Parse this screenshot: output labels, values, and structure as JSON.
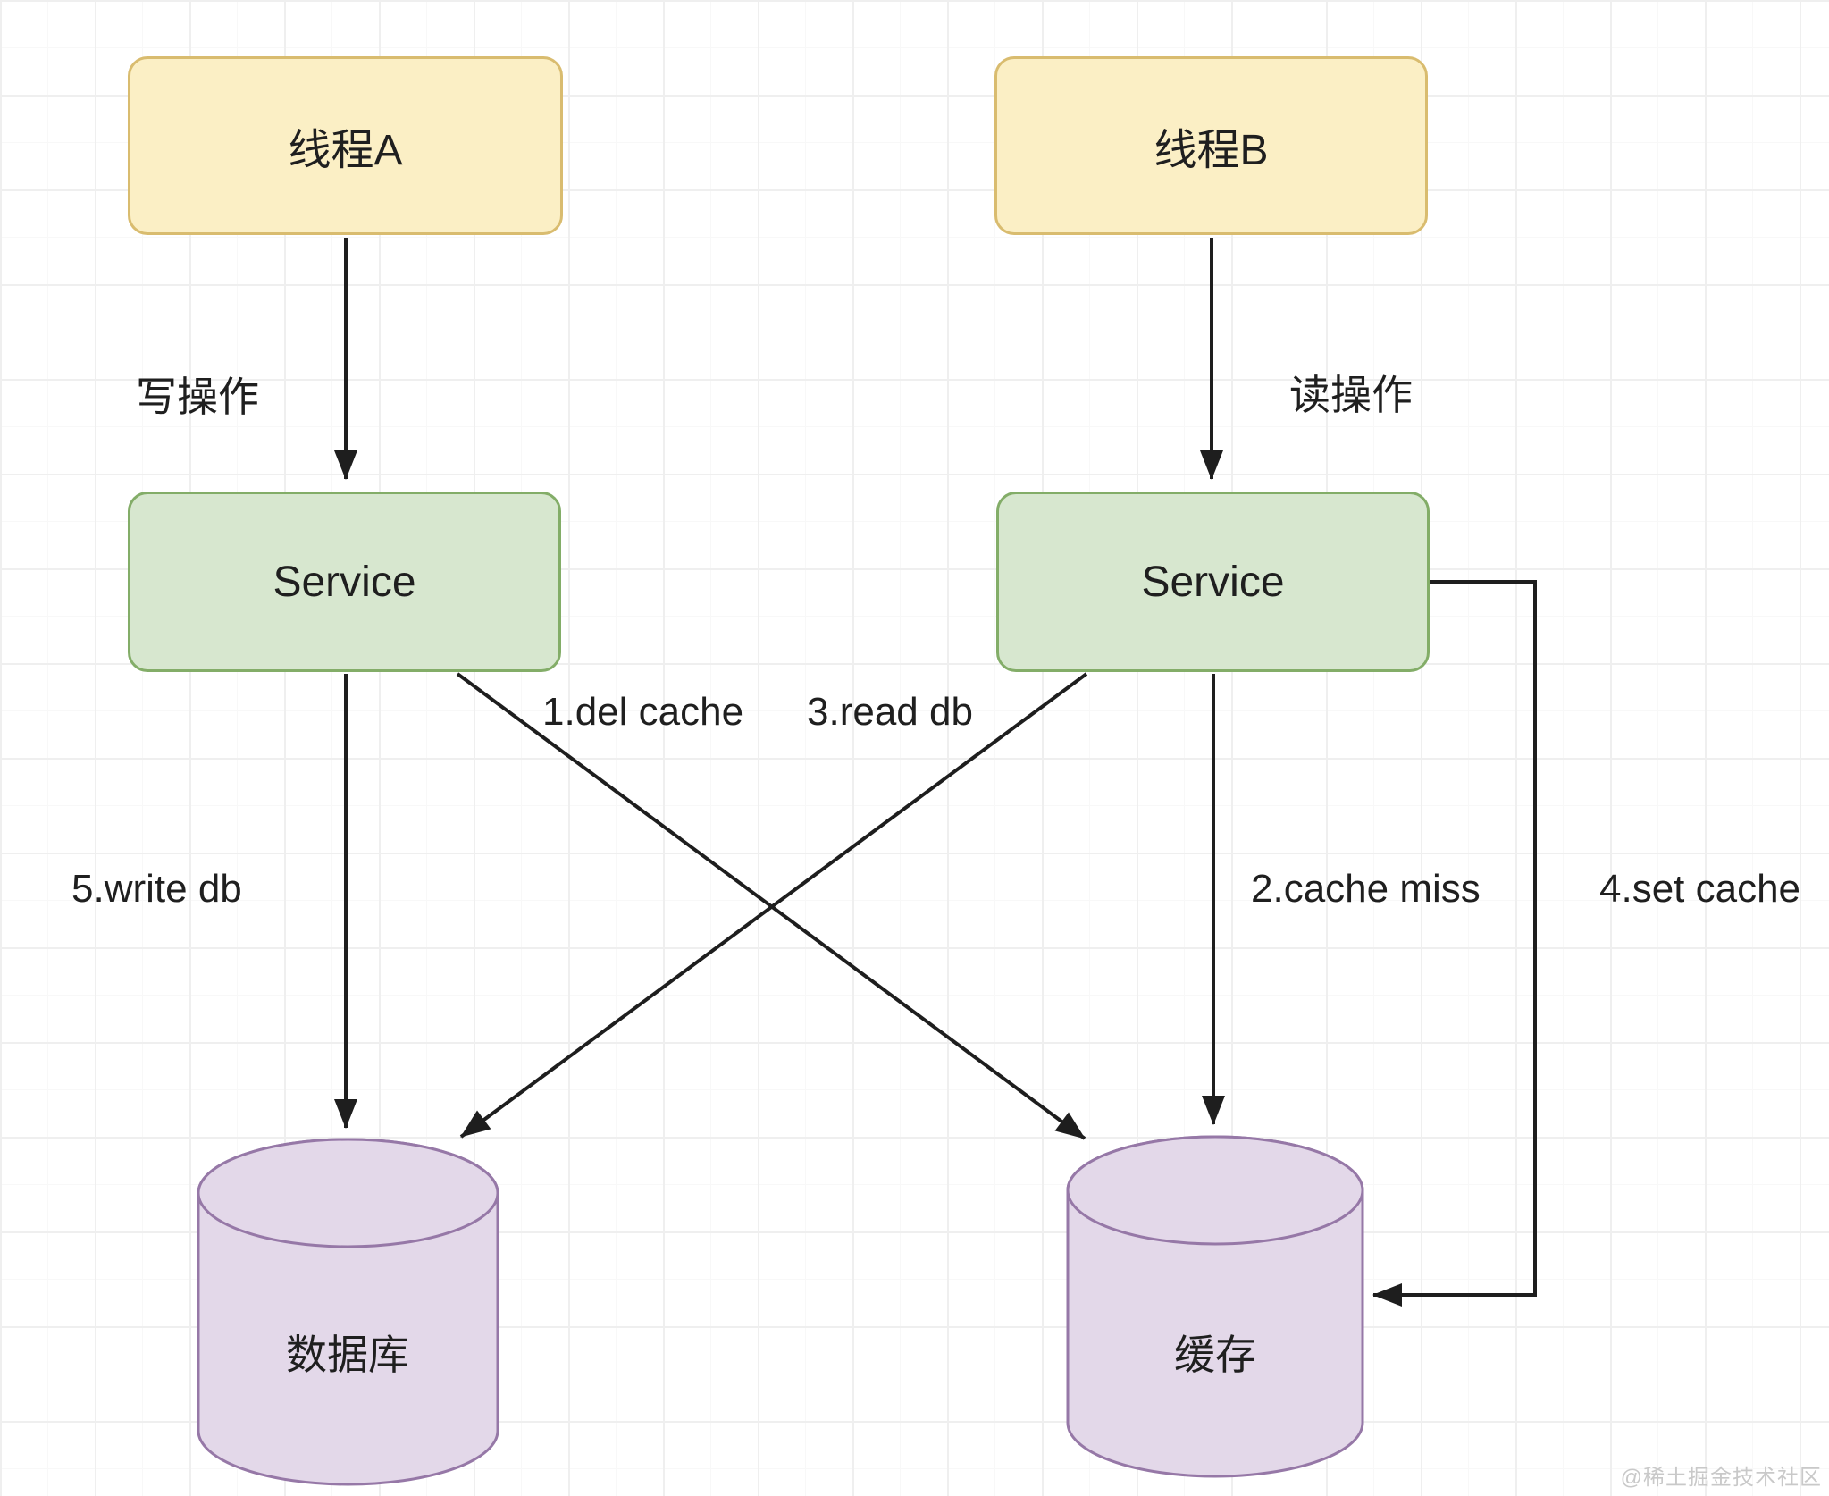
{
  "diagram": {
    "title_hint": "cache/database read-write race diagram",
    "nodes": {
      "thread_a": {
        "label": "线程A",
        "fill": "#FBEFC5",
        "stroke": "#D9BC6F"
      },
      "thread_b": {
        "label": "线程B",
        "fill": "#FBEFC5",
        "stroke": "#D9BC6F"
      },
      "service_left": {
        "label": "Service",
        "fill": "#D7E7CF",
        "stroke": "#83AD68"
      },
      "service_right": {
        "label": "Service",
        "fill": "#D7E7CF",
        "stroke": "#83AD68"
      },
      "database": {
        "label": "数据库",
        "fill": "#E3D8E9",
        "stroke": "#9678A7"
      },
      "cache": {
        "label": "缓存",
        "fill": "#E3D8E9",
        "stroke": "#9678A7"
      }
    },
    "edges": [
      {
        "from": "thread_a",
        "to": "service_left",
        "label": "写操作"
      },
      {
        "from": "thread_b",
        "to": "service_right",
        "label": "读操作"
      },
      {
        "from": "service_left",
        "to": "database",
        "label": "5.write db"
      },
      {
        "from": "service_left",
        "to": "cache",
        "label": "1.del cache"
      },
      {
        "from": "service_right",
        "to": "database",
        "label": "3.read db"
      },
      {
        "from": "service_right",
        "to": "cache",
        "label": "2.cache miss"
      },
      {
        "from": "service_right",
        "to": "cache",
        "label": "4.set cache"
      }
    ],
    "colors": {
      "arrow": "#1e1e1e",
      "text": "#1f1f1f",
      "watermark": "#c9c9c9",
      "grid": "#efefef"
    },
    "watermark": "@稀土掘金技术社区"
  }
}
